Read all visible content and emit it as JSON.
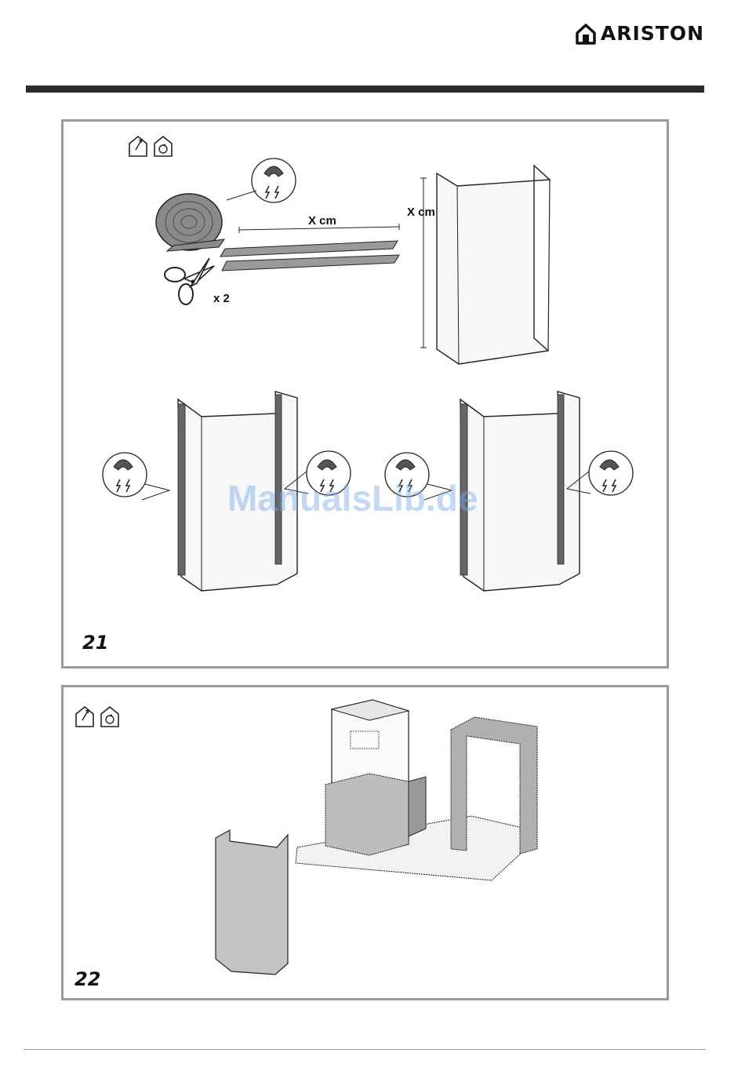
{
  "header": {
    "brand": "ARISTON"
  },
  "figure21": {
    "number": "21",
    "dim_horizontal": "X cm",
    "dim_vertical": "X cm",
    "multiplier": "x 2"
  },
  "figure22": {
    "number": "22"
  },
  "watermark": "ManualsLib.de",
  "icons": [
    "exhaust-mode-icon",
    "recirculation-mode-icon"
  ],
  "colors": {
    "border": "#9a9a9a",
    "rule": "#2b2b2b",
    "watermark": "#78aae6"
  }
}
